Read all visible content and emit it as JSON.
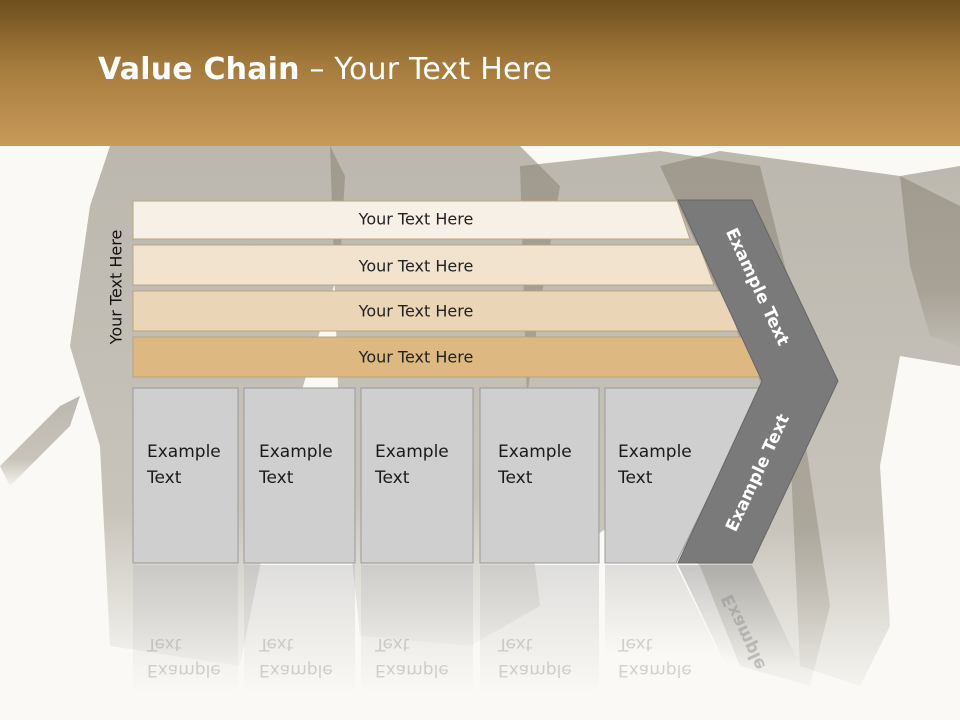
{
  "header": {
    "title_bold": "Value Chain",
    "title_rest": "Your Text Here",
    "dash": "–"
  },
  "side_label": "Your Text Here",
  "rows": [
    {
      "label": "Your Text Here",
      "fill": "#f7f0e6"
    },
    {
      "label": "Your Text Here",
      "fill": "#f2e3cf"
    },
    {
      "label": "Your Text Here",
      "fill": "#ebd5b7"
    },
    {
      "label": "Your Text Here",
      "fill": "#ddb880"
    }
  ],
  "boxes": [
    {
      "line1": "Example",
      "line2": "Text"
    },
    {
      "line1": "Example",
      "line2": "Text"
    },
    {
      "line1": "Example",
      "line2": "Text"
    },
    {
      "line1": "Example",
      "line2": "Text"
    },
    {
      "line1": "Example",
      "line2": "Text"
    }
  ],
  "chevron": {
    "upper": "Example Text",
    "lower": "Example Text",
    "reflection": "Example"
  },
  "colors": {
    "header": "#a57b3c",
    "box_fill": "#cfcfcf",
    "chevron_fill": "#7a7a7a"
  }
}
